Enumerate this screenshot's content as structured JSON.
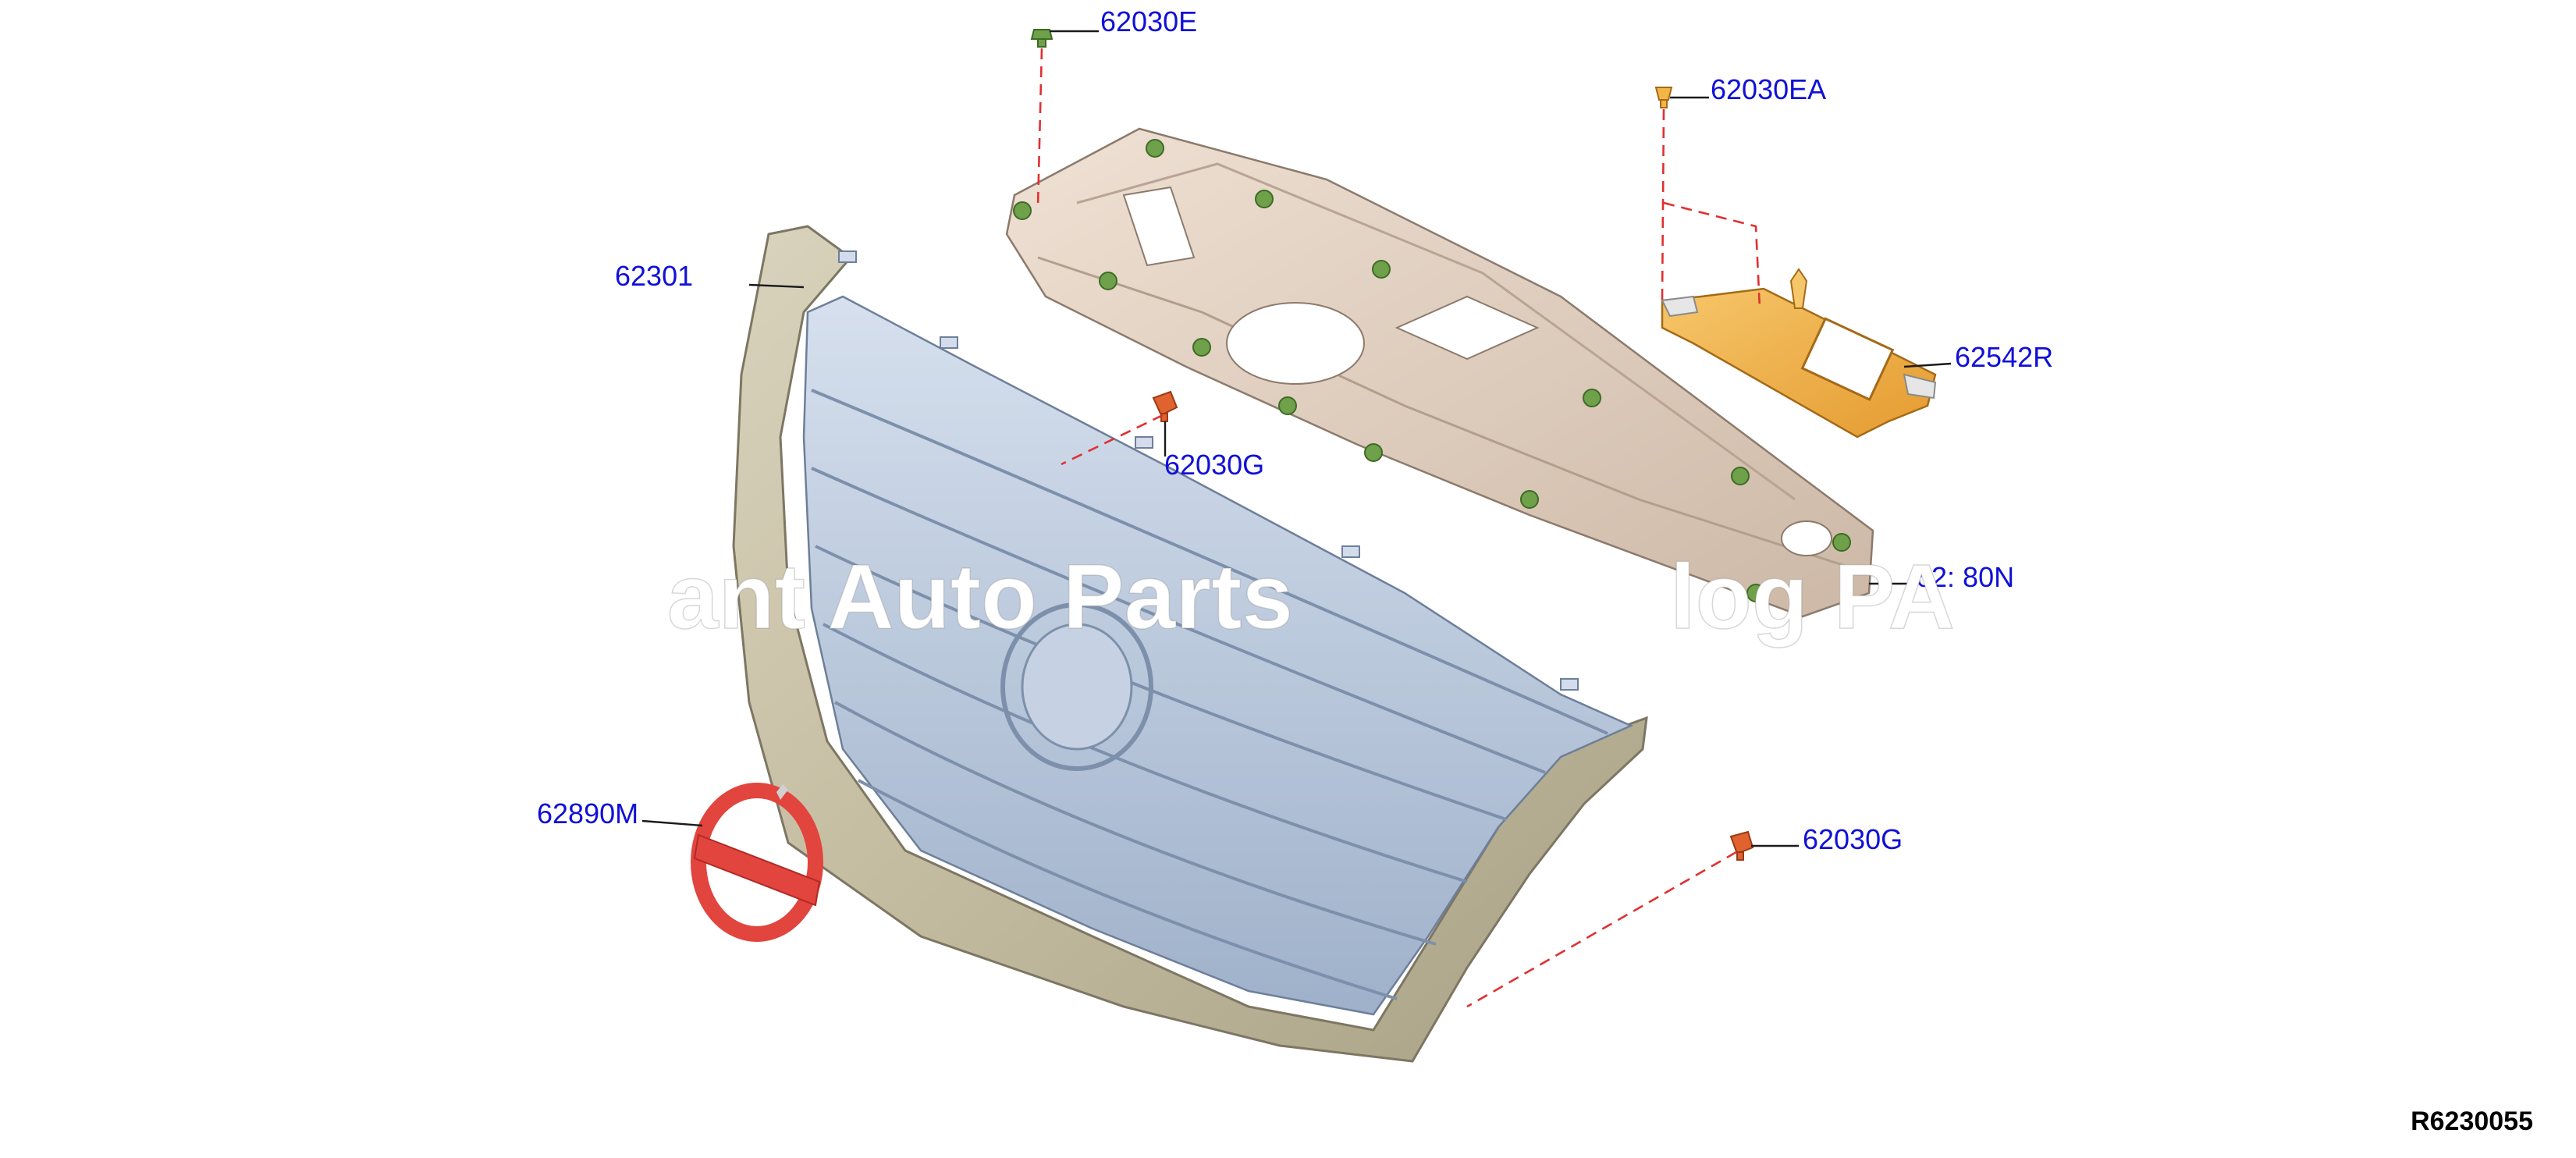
{
  "diagram": {
    "figure_id": "R6230055",
    "watermark": "ant Auto Parts",
    "watermark_tail": "log PA",
    "callouts": [
      {
        "id": "c1",
        "label": "62030E"
      },
      {
        "id": "c2",
        "label": "62030EA"
      },
      {
        "id": "c3",
        "label": "62301"
      },
      {
        "id": "c4",
        "label": "62542R"
      },
      {
        "id": "c5",
        "label": "62030G"
      },
      {
        "id": "c6",
        "label": "62: 80N"
      },
      {
        "id": "c7",
        "label": "62890M"
      },
      {
        "id": "c8",
        "label": "62030G"
      }
    ]
  },
  "colors": {
    "callout_text": "#1010d8",
    "grille_frame": "#c8c0a6",
    "grille_bars": "#b4c4da",
    "upper_panel": "#e2cfc0",
    "bracket": "#f0b24a",
    "emblem": "#e2443e",
    "clip_green": "#6fa04a",
    "clip_orange": "#e0622e",
    "dash_line": "#e03030"
  }
}
